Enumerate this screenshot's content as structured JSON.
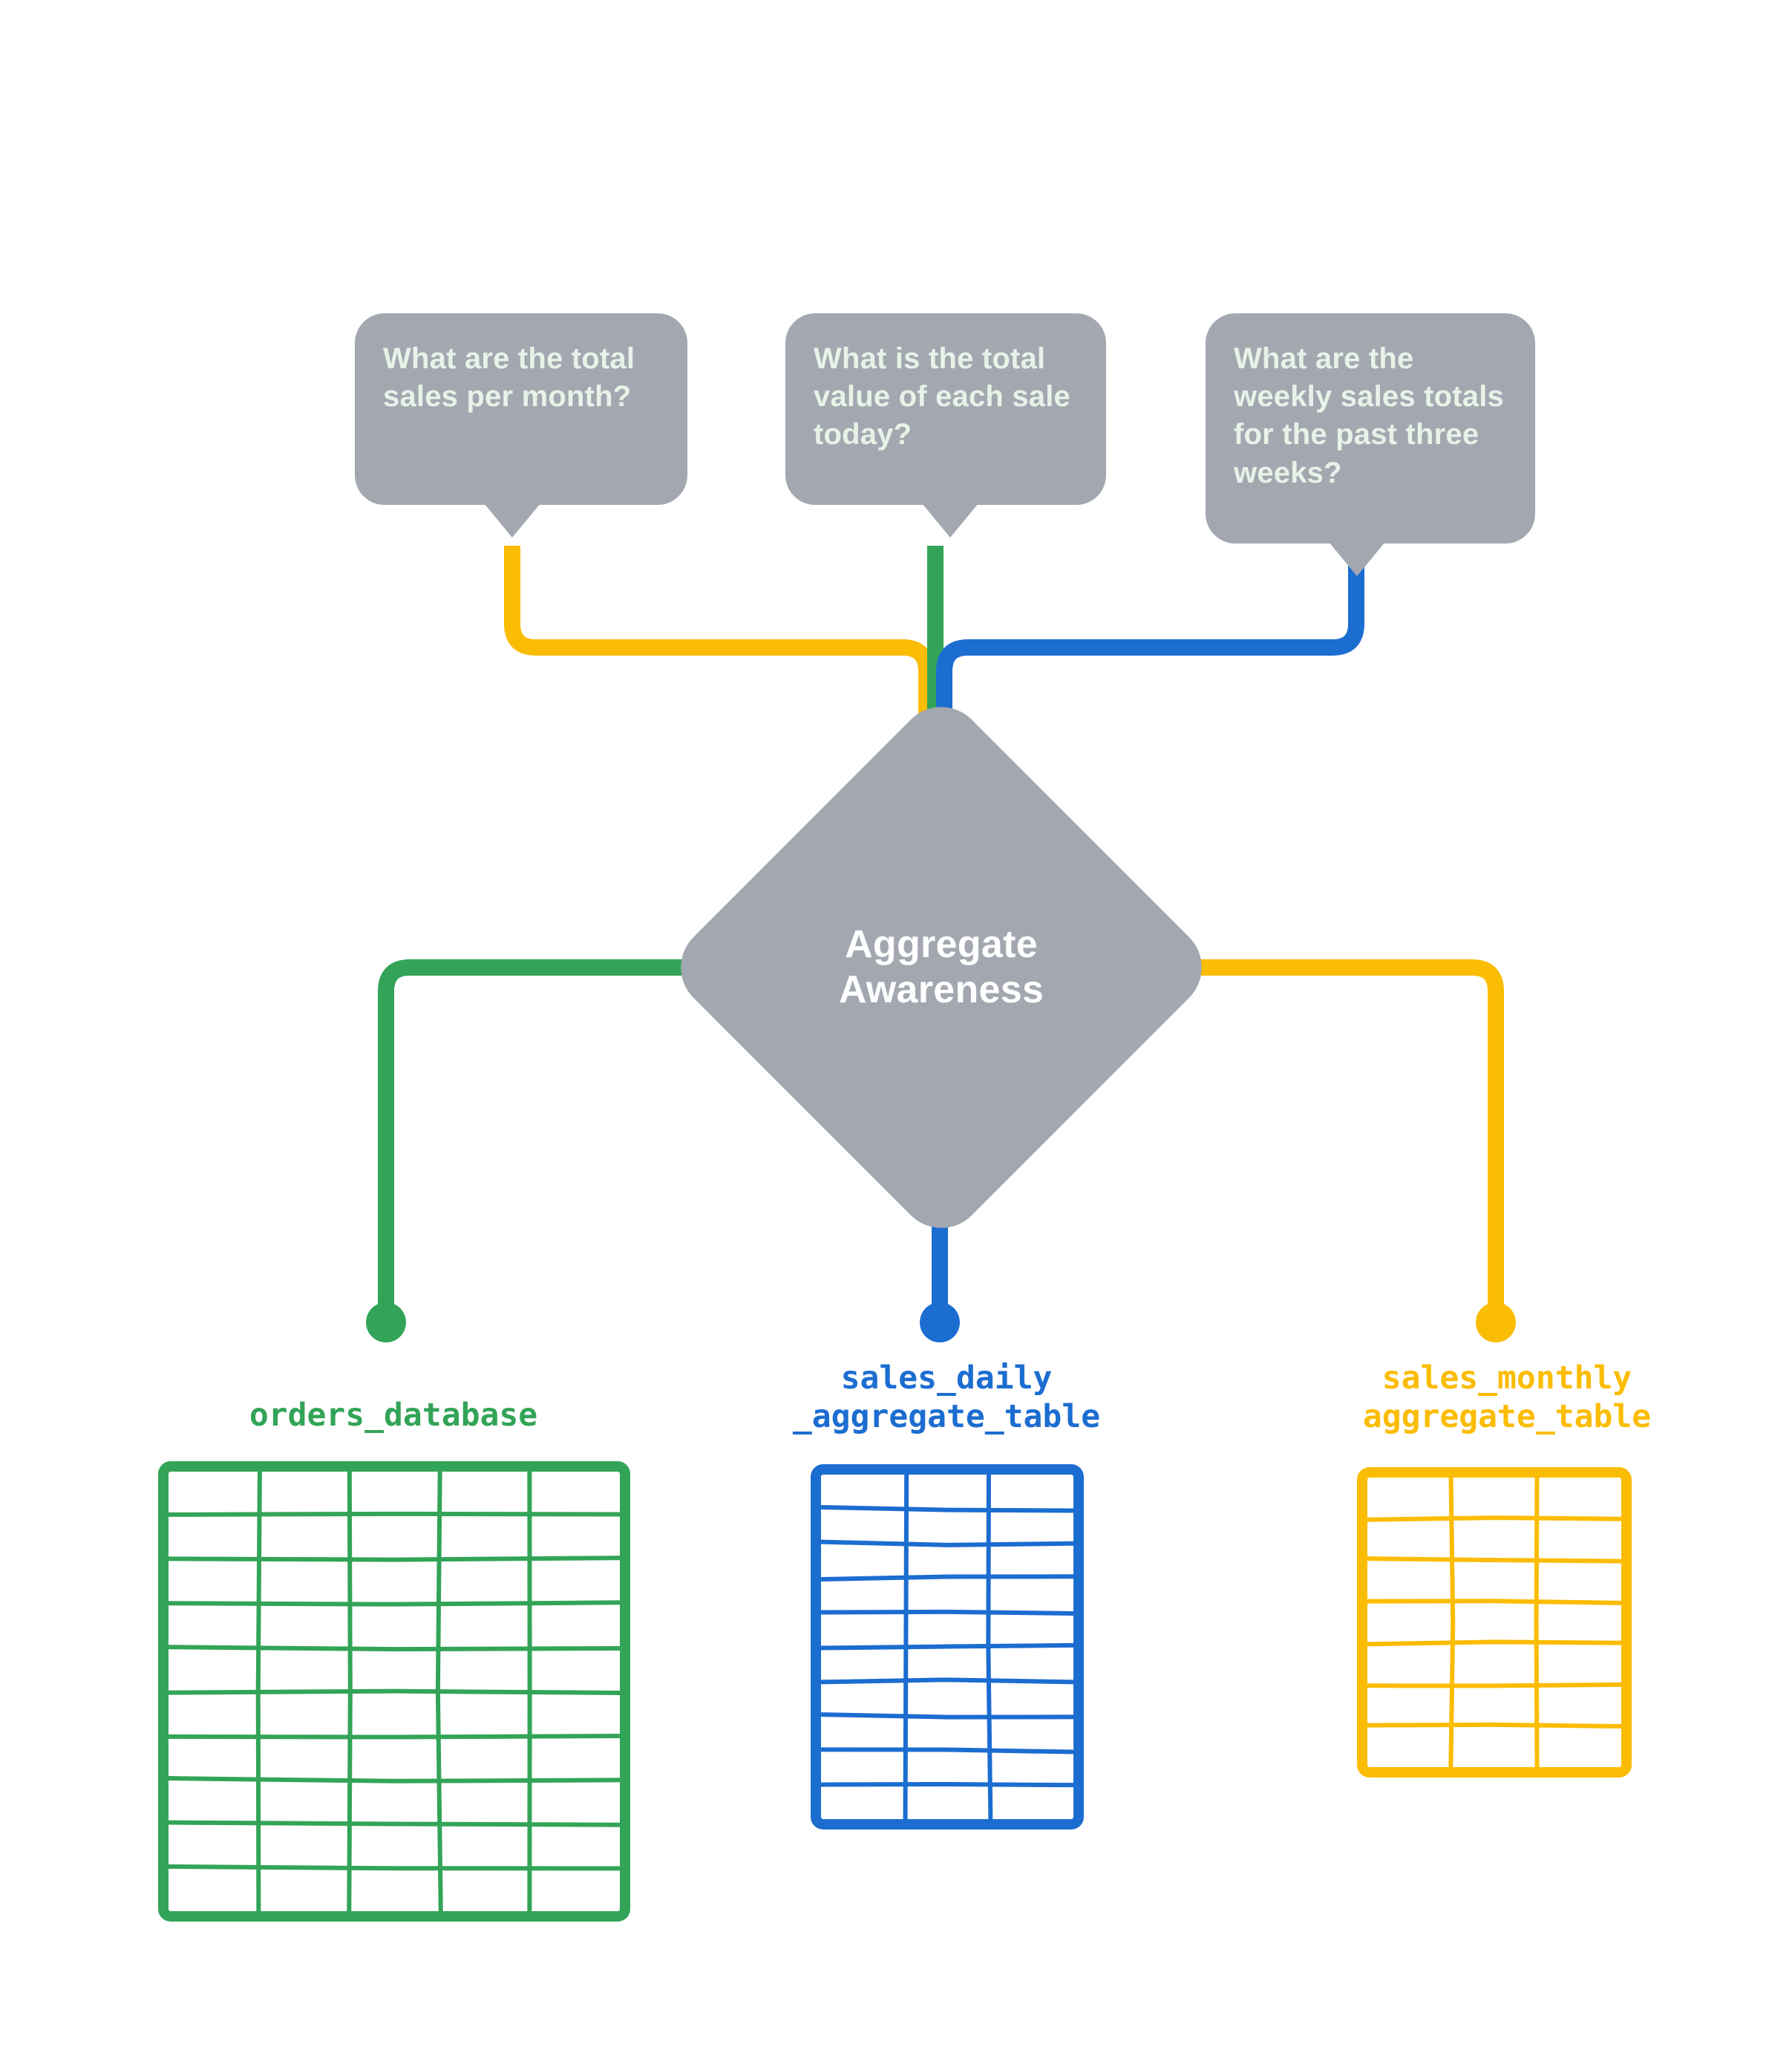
{
  "diagram": {
    "title": "Aggregate Awareness",
    "center_node": {
      "label_line_1": "Aggregate",
      "label_line_2": "Awareness",
      "shape": "diamond",
      "fill_color": "#a3a8b0",
      "text_color": "#ffffff"
    },
    "questions": [
      {
        "id": "q-monthly",
        "text": "What are the total sales per month?",
        "connector_color": "#fbbc04",
        "routes_to": "sales_monthly_aggregate_table"
      },
      {
        "id": "q-daily",
        "text": "What is the total value of each sale today?",
        "connector_color": "#33a457",
        "routes_to": "orders_database"
      },
      {
        "id": "q-weekly",
        "text": "What are the weekly sales totals for the past three weeks?",
        "connector_color": "#1c6dd0",
        "routes_to": "sales_daily_aggregate_table"
      }
    ],
    "bubble_style": {
      "fill_color": "#a3a8b0",
      "text_color": "#e7f2e8"
    },
    "tables": [
      {
        "id": "orders_database",
        "caption": "orders_database",
        "color": "#33a457",
        "columns": 5,
        "rows": 10
      },
      {
        "id": "sales_daily_aggregate_table",
        "caption": "sales_daily\n_aggregate_table",
        "color": "#1c6dd0",
        "columns": 3,
        "rows": 10
      },
      {
        "id": "sales_monthly_aggregate_table",
        "caption": "sales_monthly\naggregate_table",
        "color": "#fbbc04",
        "columns": 3,
        "rows": 7
      }
    ],
    "colors": {
      "green": "#33a457",
      "blue": "#1c6dd0",
      "yellow": "#fbbc04",
      "gray": "#a3a8b0",
      "background": "#ffffff"
    }
  }
}
